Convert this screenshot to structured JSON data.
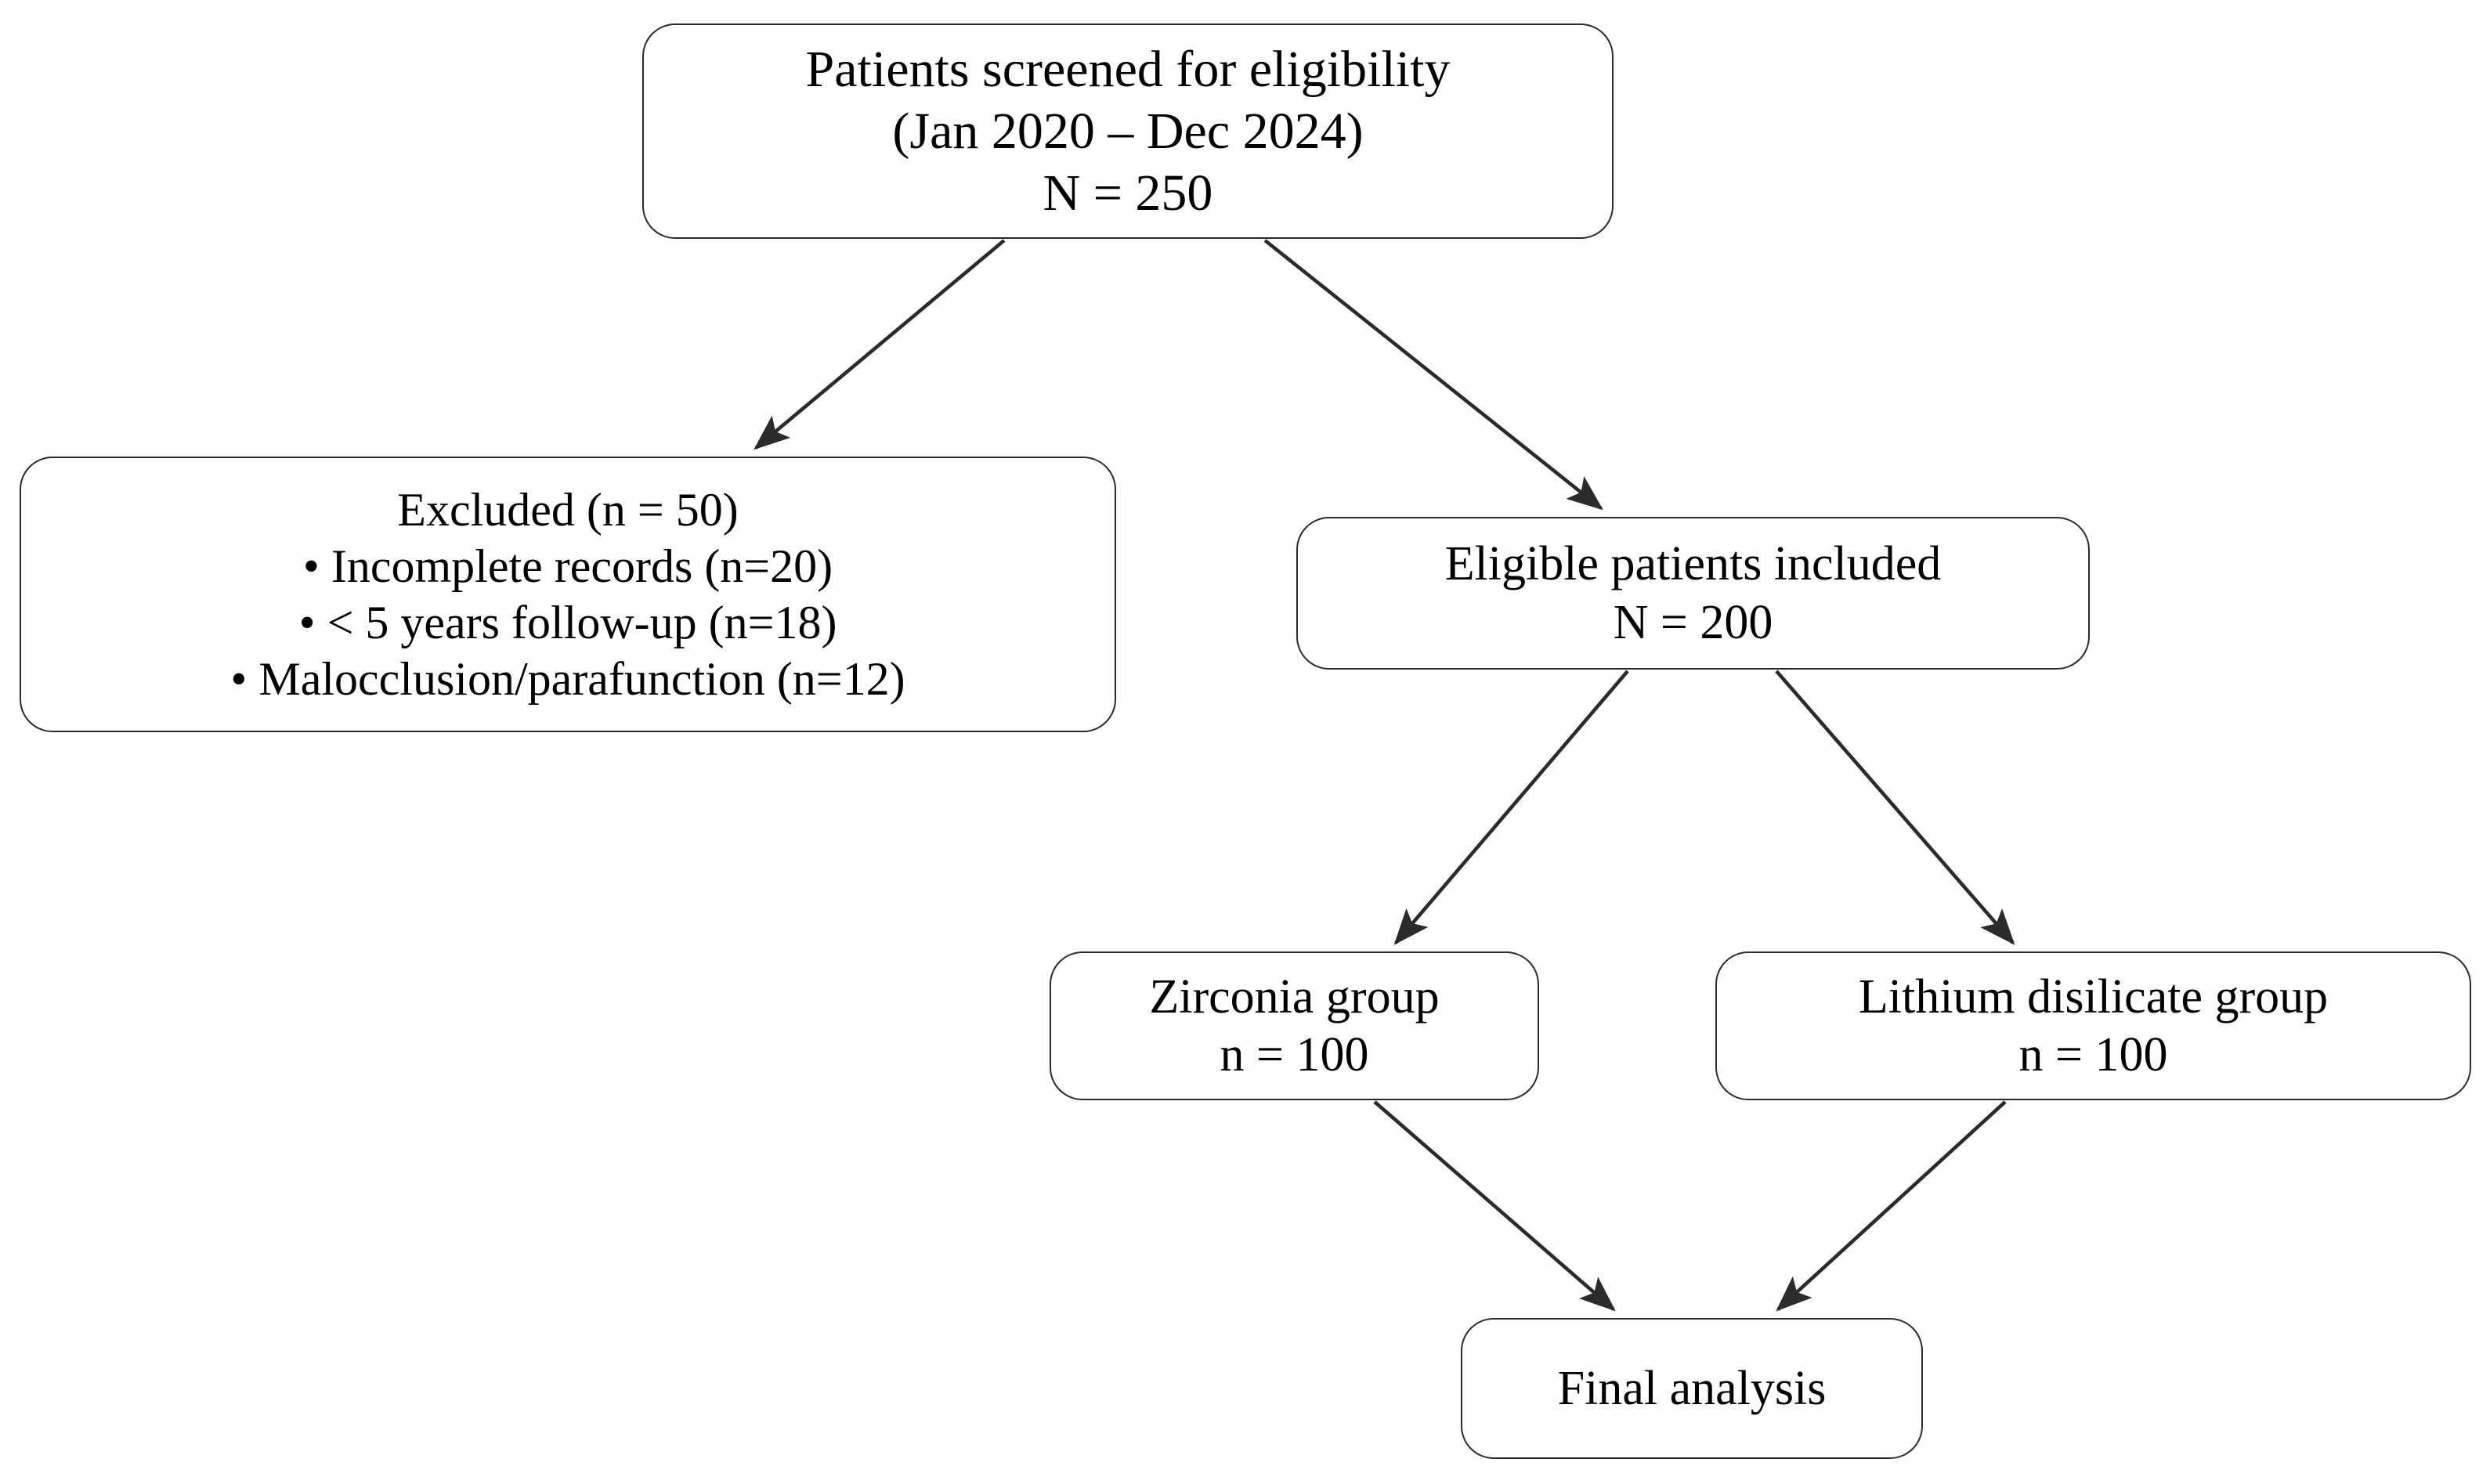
{
  "diagram": {
    "type": "patient-flow-consort",
    "background_color": "#ffffff",
    "node_border_color": "#2b2b2b",
    "node_fill_color": "#ffffff",
    "edge_color": "#2b2b2b",
    "text_color": "#000000",
    "nodes": {
      "screened": {
        "id": "screened",
        "lines": [
          "Patients screened for eligibility",
          "(Jan 2020 – Dec 2024)",
          "N = 250"
        ],
        "line1": "Patients screened for eligibility",
        "line2": "(Jan 2020 – Dec 2024)",
        "line3": "N = 250",
        "count": 250
      },
      "excluded": {
        "id": "excluded",
        "lines": [
          "Excluded (n = 50)",
          "• Incomplete records (n=20)",
          "• < 5 years follow-up (n=18)",
          "• Malocclusion/parafunction (n=12)"
        ],
        "line1": "Excluded (n = 50)",
        "line2": "• Incomplete records (n=20)",
        "line3": "• < 5 years follow-up (n=18)",
        "line4": "• Malocclusion/parafunction (n=12)",
        "count": 50,
        "reasons": [
          {
            "label": "Incomplete records",
            "n": 20
          },
          {
            "label": "< 5 years follow-up",
            "n": 18
          },
          {
            "label": "Malocclusion/parafunction",
            "n": 12
          }
        ]
      },
      "eligible": {
        "id": "eligible",
        "lines": [
          "Eligible patients included",
          "N = 200"
        ],
        "line1": "Eligible patients included",
        "line2": "N = 200",
        "count": 200
      },
      "zirconia": {
        "id": "zirconia",
        "lines": [
          "Zirconia group",
          "n = 100"
        ],
        "line1": "Zirconia group",
        "line2": "n = 100",
        "count": 100
      },
      "lithium": {
        "id": "lithium",
        "lines": [
          "Lithium disilicate group",
          "n = 100"
        ],
        "line1": "Lithium disilicate group",
        "line2": "n = 100",
        "count": 100
      },
      "final": {
        "id": "final",
        "lines": [
          "Final analysis"
        ],
        "line1": "Final analysis"
      }
    },
    "edges": [
      {
        "from": "screened",
        "to": "excluded",
        "arrowhead": "filled-triangle"
      },
      {
        "from": "screened",
        "to": "eligible",
        "arrowhead": "filled-triangle"
      },
      {
        "from": "eligible",
        "to": "zirconia",
        "arrowhead": "filled-triangle"
      },
      {
        "from": "eligible",
        "to": "lithium",
        "arrowhead": "filled-triangle"
      },
      {
        "from": "zirconia",
        "to": "final",
        "arrowhead": "filled-triangle"
      },
      {
        "from": "lithium",
        "to": "final",
        "arrowhead": "filled-triangle"
      }
    ]
  }
}
